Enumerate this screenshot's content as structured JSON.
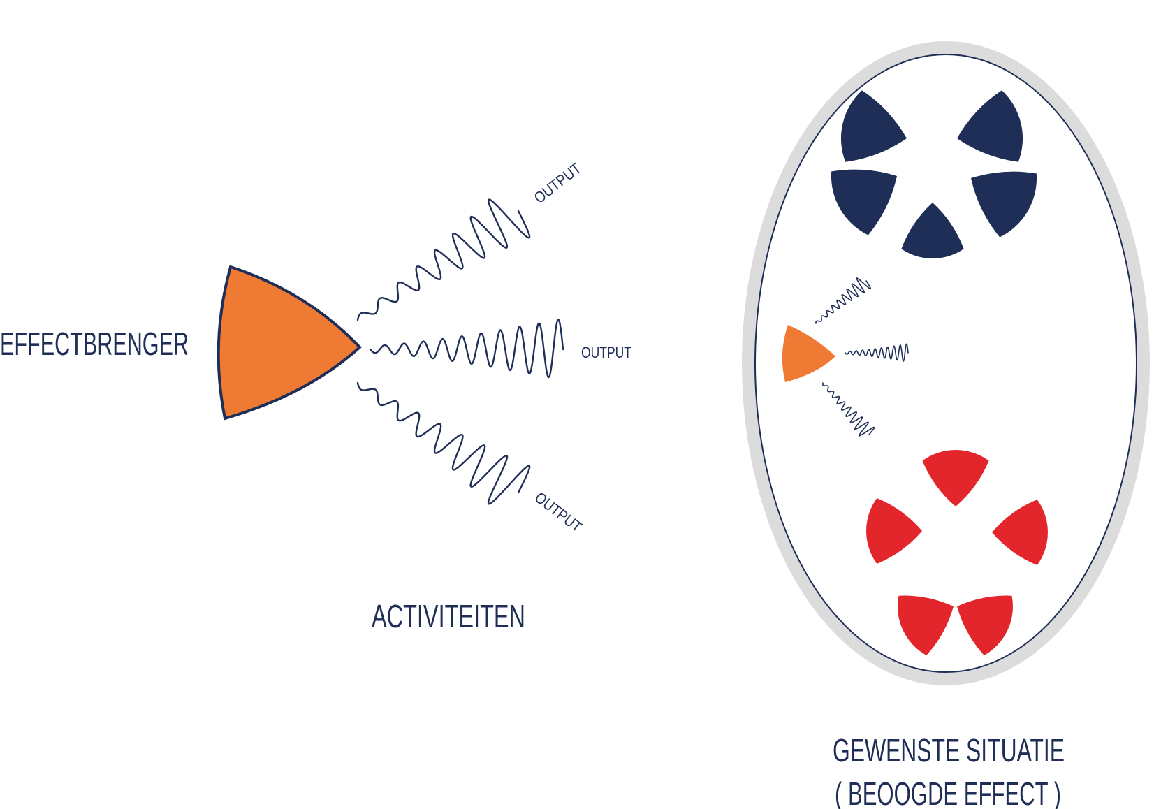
{
  "labels": {
    "effectbrenger": "EFFECTBRENGER",
    "activiteiten": "ACTIVITEITEN",
    "output_top": "OUTPUT",
    "output_middle": "OUTPUT",
    "output_bottom": "OUTPUT",
    "gewenste_situatie": "GEWENSTE SITUATIE",
    "beoogde_effect": "( BEOOGDE EFFECT )"
  },
  "colors": {
    "navy": "#1f2e57",
    "orange": "#ee7a33",
    "red": "#e3262b",
    "ellipse_outer": "#dcdcdc",
    "background": "#ffffff"
  }
}
